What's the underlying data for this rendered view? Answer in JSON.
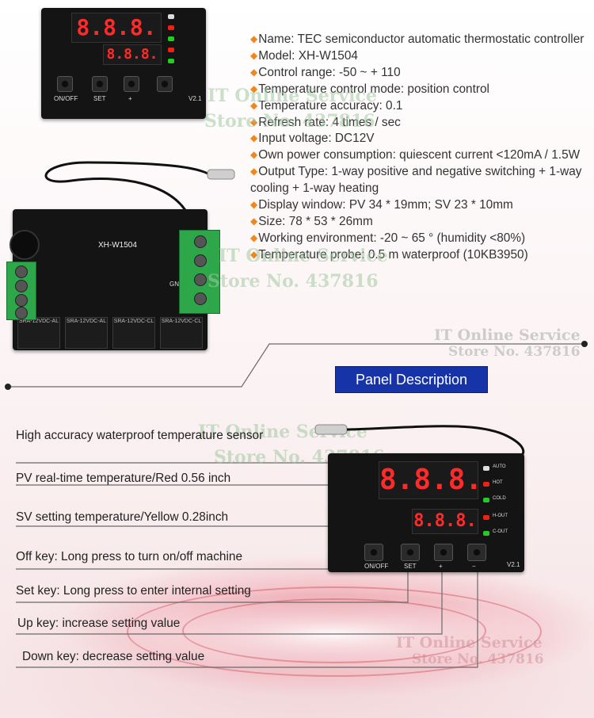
{
  "specs": [
    "Name: TEC semiconductor automatic thermostatic controller",
    "Model: XH-W1504",
    "Control range: -50 ~ + 110",
    "Temperature control mode: position control",
    "Temperature accuracy: 0.1",
    "Refresh rate: 4 times / sec",
    "Input voltage: DC12V",
    "Own power consumption: quiescent current <120mA / 1.5W",
    "Output Type: 1-way positive and negative switching + 1-way cooling + 1-way heating",
    "Display window: PV 34 * 19mm; SV 23 * 10mm",
    "Size: 78 * 53 * 26mm",
    "Working environment: -20 ~ 65 ° (humidity <80%)",
    "Temperature probe: 0.5 m waterproof (10KB3950)"
  ],
  "panel_title": "Panel Description",
  "callouts": {
    "sensor": "High accuracy waterproof temperature sensor",
    "pv": "PV real-time temperature/Red 0.56 inch",
    "sv": "SV setting temperature/Yellow 0.28inch",
    "off_key": "Off key: Long press to turn on/off machine",
    "set_key": "Set key: Long press to enter internal setting",
    "up_key": "Up key: increase setting value",
    "down_key": "Down key: decrease setting value"
  },
  "watermark": {
    "line1": "IT Online Service",
    "line2": "Store No. 437816"
  },
  "board_labels": {
    "model": "XH-W1504",
    "on_off": "ON/OFF",
    "set": "SET",
    "plus": "+",
    "minus": "−",
    "version": "V2.1",
    "pv_digits": "8.8.8.",
    "sv_digits": "8.8.8.",
    "auto": "AUTO",
    "hot": "HOT",
    "cold": "COLD",
    "h_out": "H-OUT",
    "c_out": "C-OUT",
    "relay": "SRA-12VDC-CL",
    "relay_al": "SRA-12VDC-AL",
    "gnd": "GND"
  },
  "colors": {
    "panel_bg": "#1633a8",
    "bullet": "#f0871e",
    "segment_red": "#ff2a2a",
    "terminal_green": "#2ea64a"
  }
}
